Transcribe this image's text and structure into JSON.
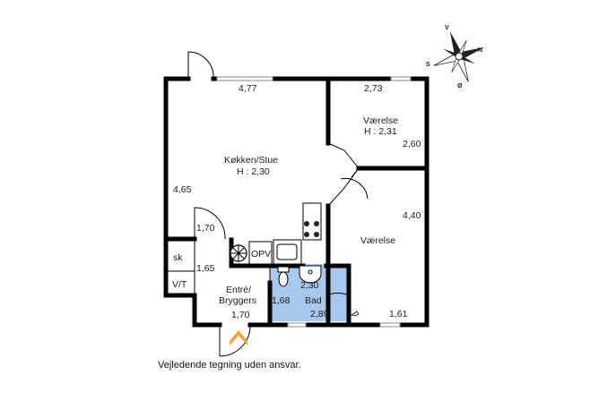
{
  "caption": "Vejledende tegning uden ansvar.",
  "compass": {
    "n": "N",
    "e": "Ø",
    "s": "S",
    "w": "V"
  },
  "rooms": {
    "kitchen": {
      "name": "Køkken/Stue",
      "height": "H : 2,30"
    },
    "bedroom1": {
      "name": "Værelse",
      "height": "H : 2,31"
    },
    "bedroom2": {
      "name": "Værelse"
    },
    "bath": {
      "name": "Bad"
    },
    "entry": {
      "name": "Entré/",
      "name2": "Bryggers"
    }
  },
  "fixtures": {
    "sk": "sk",
    "vt": "V/T",
    "opv": "OPV"
  },
  "dims": {
    "kitchen_top": "4,77",
    "bedroom1_top": "2,73",
    "bedroom1_side": "2,60",
    "kitchen_side": "4,65",
    "bedroom2_side": "4,40",
    "entry_top": "1,70",
    "entry_side": "1,65",
    "entry_bottom": "1,70",
    "bath_top": "2,30",
    "bath_side": "1,68",
    "bath_bottom": "2,89",
    "bedroom2_bottom": "1,61"
  },
  "colors": {
    "wall": "#000000",
    "bath": "#a9c8ee",
    "entrance_arrow": "#f2a33a"
  }
}
